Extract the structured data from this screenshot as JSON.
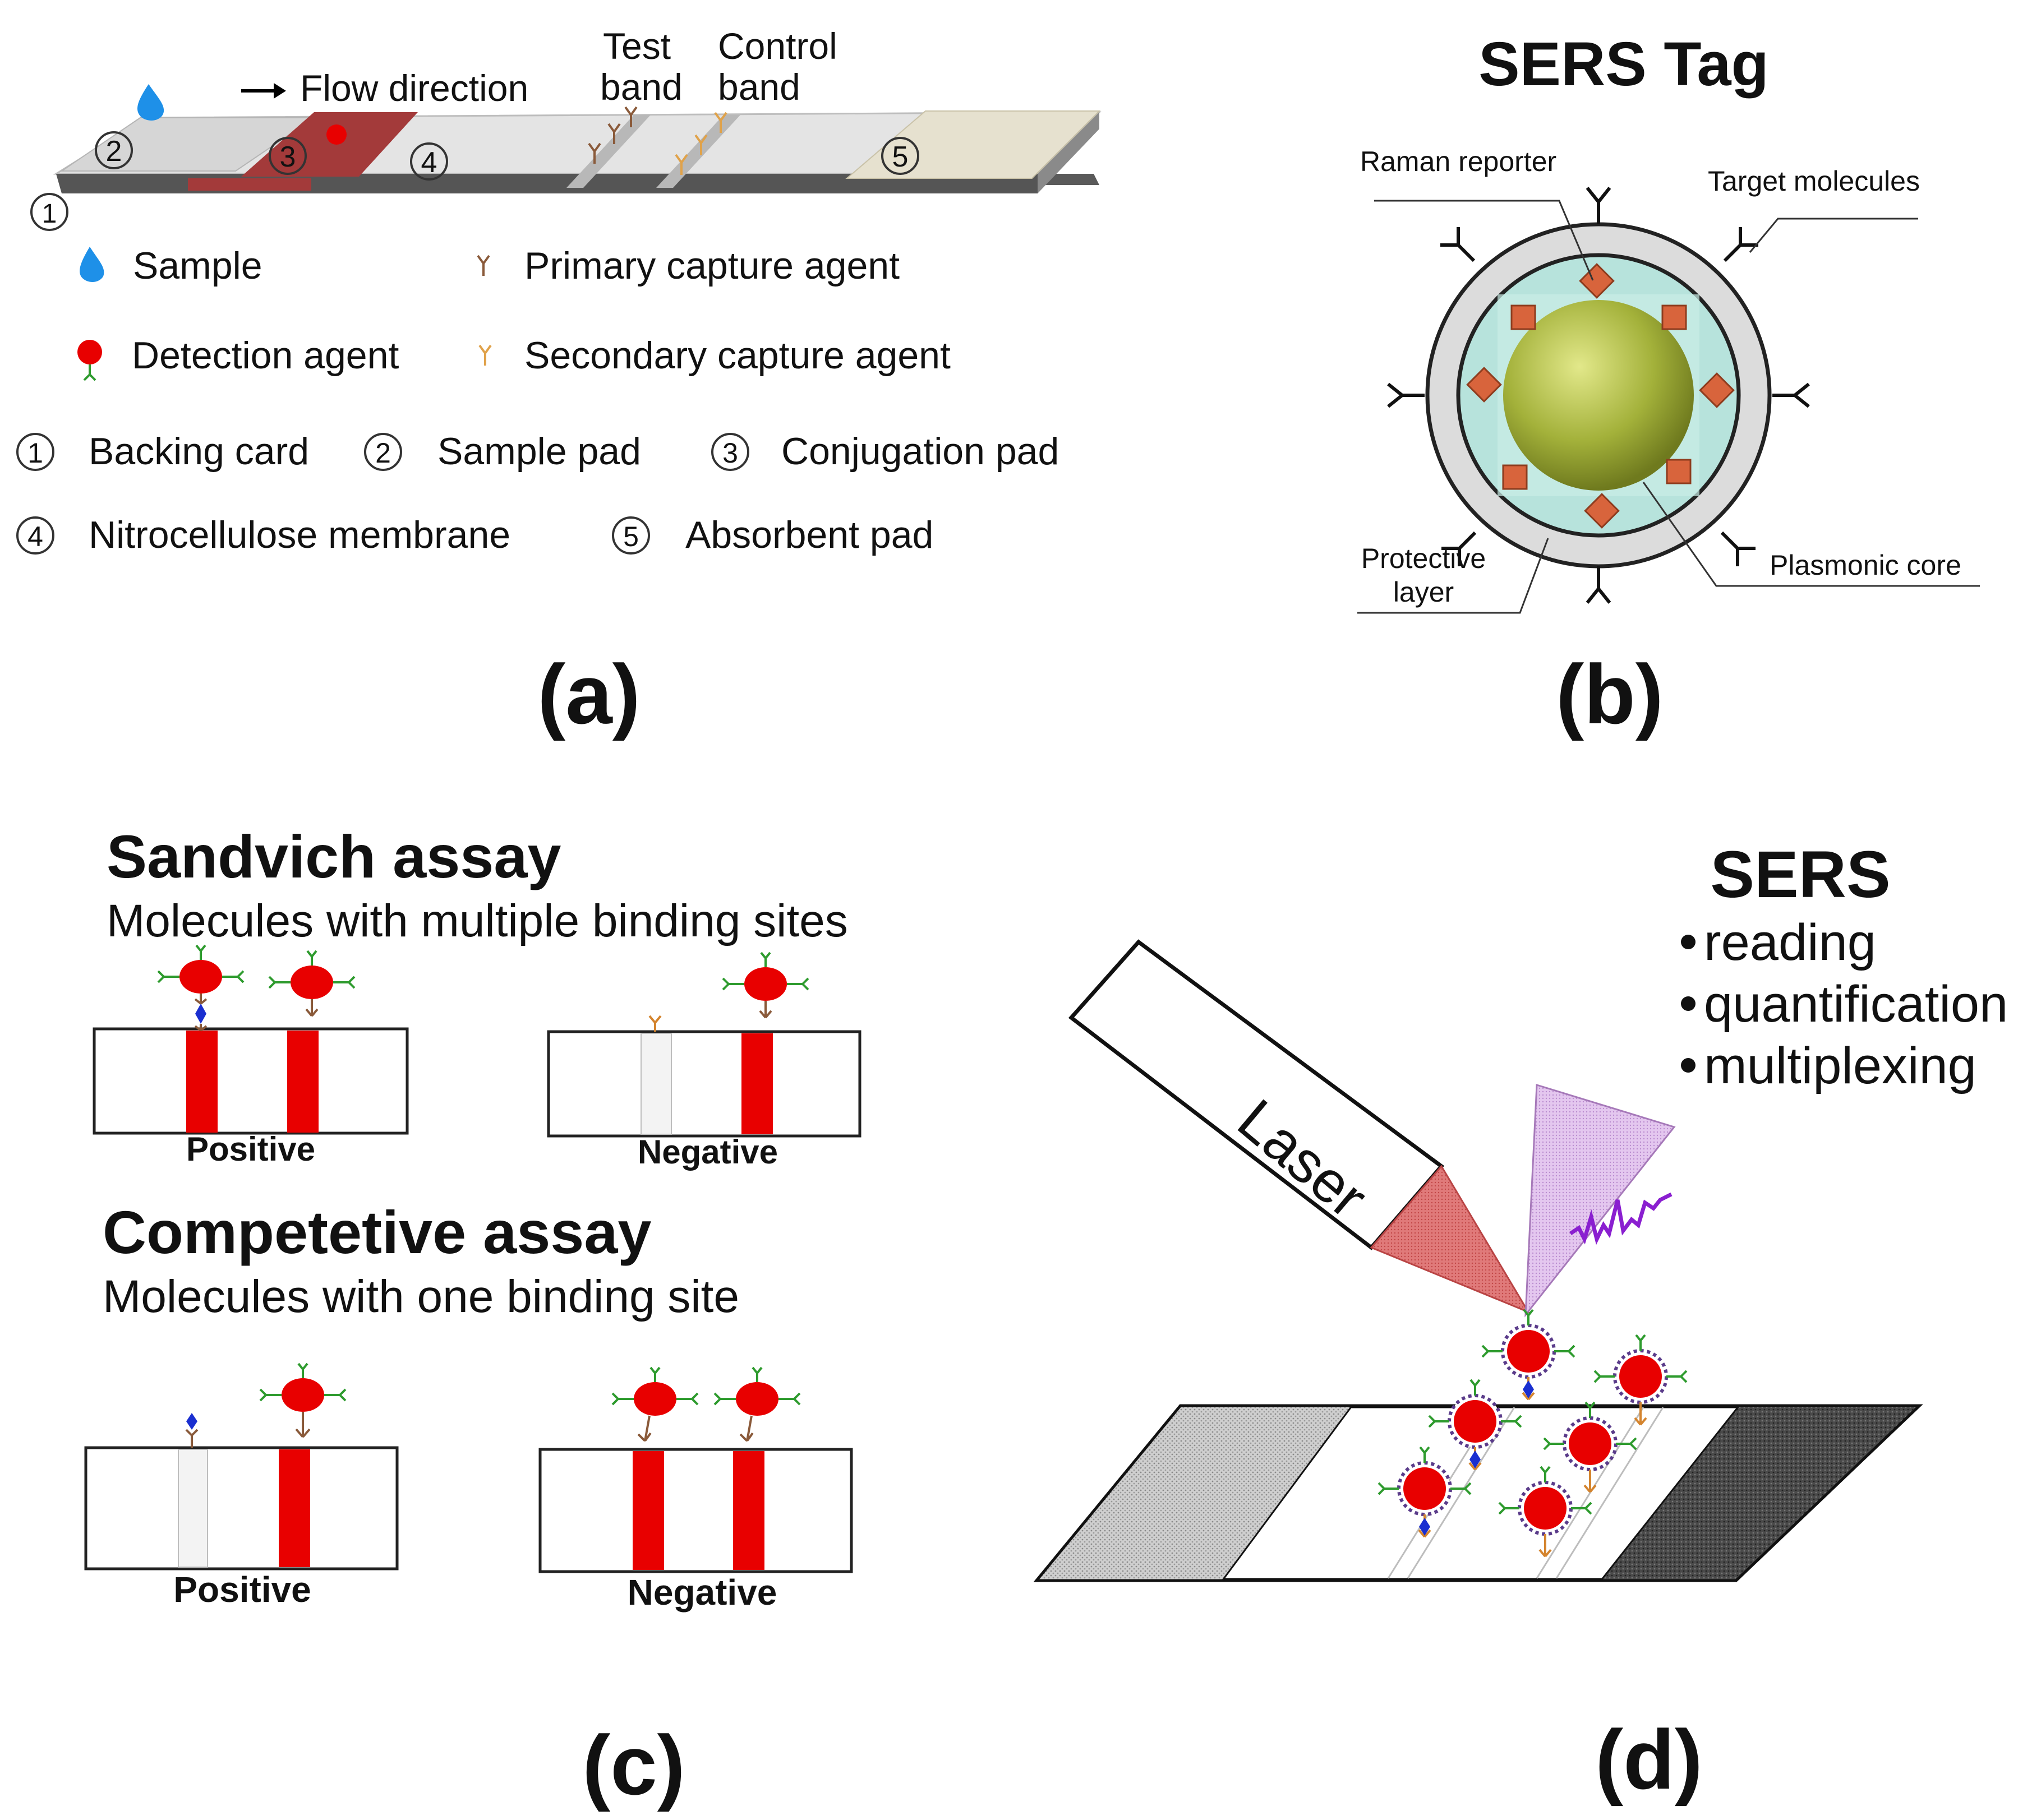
{
  "panel_a": {
    "flow_direction": "Flow direction",
    "test_band_line1": "Test",
    "test_band_line2": "band",
    "control_band_line1": "Control",
    "control_band_line2": "band",
    "num1": "1",
    "num2": "2",
    "num3": "3",
    "num4": "4",
    "num5": "5",
    "legend": {
      "sample": "Sample",
      "detection_agent": "Detection agent",
      "primary_capture": "Primary capture agent",
      "secondary_capture": "Secondary capture agent",
      "backing_card": "Backing card",
      "sample_pad": "Sample pad",
      "conjugation_pad": "Conjugation pad",
      "nitrocellulose": "Nitrocellulose membrane",
      "absorbent_pad": "Absorbent pad"
    },
    "label": "(a)"
  },
  "panel_b": {
    "title": "SERS Tag",
    "raman_reporter": "Raman reporter",
    "target_molecules": "Target molecules",
    "protective_line1": "Protective",
    "protective_line2": "layer",
    "plasmonic_core": "Plasmonic core",
    "label": "(b)"
  },
  "panel_c": {
    "sandwich_title": "Sandvich assay",
    "sandwich_sub": "Molecules with multiple binding sites",
    "competitive_title": "Competetive assay",
    "competitive_sub": "Molecules with one binding site",
    "positive": "Positive",
    "negative": "Negative",
    "label": "(c)"
  },
  "panel_d": {
    "title": "SERS",
    "bullets": [
      "reading",
      "quantification",
      "multiplexing"
    ],
    "laser": "Laser",
    "label": "(d)"
  },
  "colors": {
    "red": "#e80000",
    "brown_pad": "#a33a3a",
    "absorbent": "#e6e1cf",
    "core": "#a7b43a",
    "shell": "#b7e3dc",
    "reporter": "#d8643c",
    "spectrum": "#8a1fd0",
    "beam": "#d96767",
    "cone": "#d9b6e6"
  }
}
